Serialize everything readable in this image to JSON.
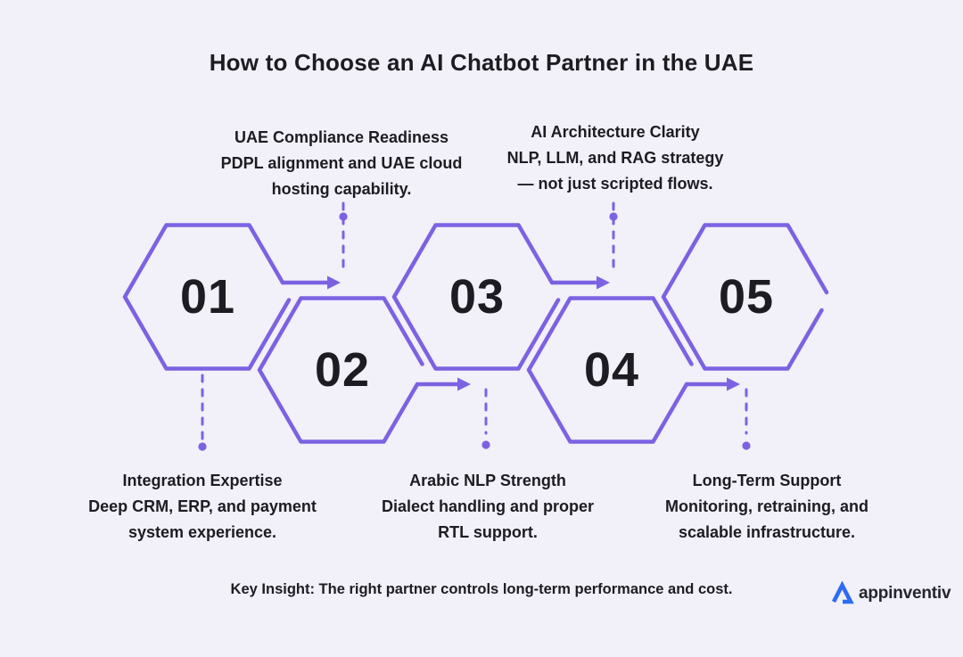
{
  "title": "How to Choose an AI Chatbot Partner in the UAE",
  "steps": [
    {
      "number": "01",
      "label_title": "Integration Expertise",
      "label_lines": [
        "Deep CRM, ERP, and payment",
        "system experience."
      ]
    },
    {
      "number": "02",
      "label_title": "UAE Compliance Readiness",
      "label_lines": [
        "PDPL alignment and UAE cloud",
        "hosting capability."
      ]
    },
    {
      "number": "03",
      "label_title": "Arabic NLP Strength",
      "label_lines": [
        "Dialect handling and proper",
        "RTL support."
      ]
    },
    {
      "number": "04",
      "label_title": "AI Architecture Clarity",
      "label_lines": [
        "NLP, LLM, and RAG strategy",
        "— not just scripted flows."
      ]
    },
    {
      "number": "05",
      "label_title": "Long-Term Support",
      "label_lines": [
        "Monitoring, retraining, and",
        "scalable infrastructure."
      ]
    }
  ],
  "key_insight": "Key Insight: The right partner controls long-term performance and cost.",
  "logo": {
    "text": "appinventiv"
  },
  "colors": {
    "accent_purple": "#7C62E2",
    "logo_blue": "#2D6BF3",
    "background": "#F2F0F8",
    "text_dark": "#1D1C22"
  }
}
